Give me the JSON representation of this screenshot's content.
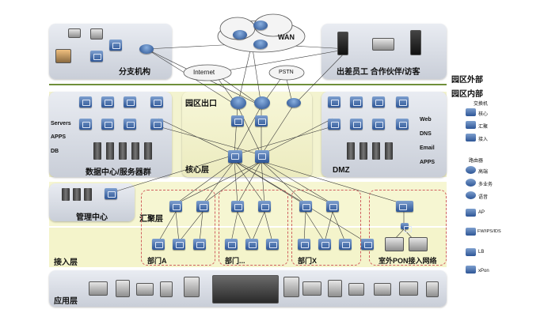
{
  "zones": {
    "outside": "园区外部",
    "inside": "园区内部",
    "branch": "分支机构",
    "travel": "出差员工 合作伙伴/访客",
    "wan": "WAN",
    "internet": "Internet",
    "pstn": "PSTN",
    "exit": "园区出口",
    "core": "核心层",
    "datacenter": "数据中心/服务器群",
    "dmz": "DMZ",
    "mgmt": "管理中心",
    "agg": "汇聚层",
    "access": "接入层",
    "app": "应用层"
  },
  "dc_labels": [
    "Servers",
    "APPS",
    "DB"
  ],
  "dmz_labels": [
    "Web",
    "DNS",
    "Email",
    "APPS"
  ],
  "departments": [
    "部门A",
    "部门...",
    "部门X",
    "室外PON接入网络"
  ],
  "legend": {
    "switch_title": "交换机",
    "switch_items": [
      "核心",
      "汇聚",
      "接入"
    ],
    "router_title": "路由器",
    "router_items": [
      "高端",
      "多业务",
      "语音"
    ],
    "other_items": [
      "AP",
      "FW/IPS/IDS",
      "LB",
      "xPon"
    ]
  },
  "colors": {
    "band": "#f6f6d2",
    "panel": "#d6dae3",
    "device": "#2d5596",
    "divider": "#6f8f3a"
  }
}
